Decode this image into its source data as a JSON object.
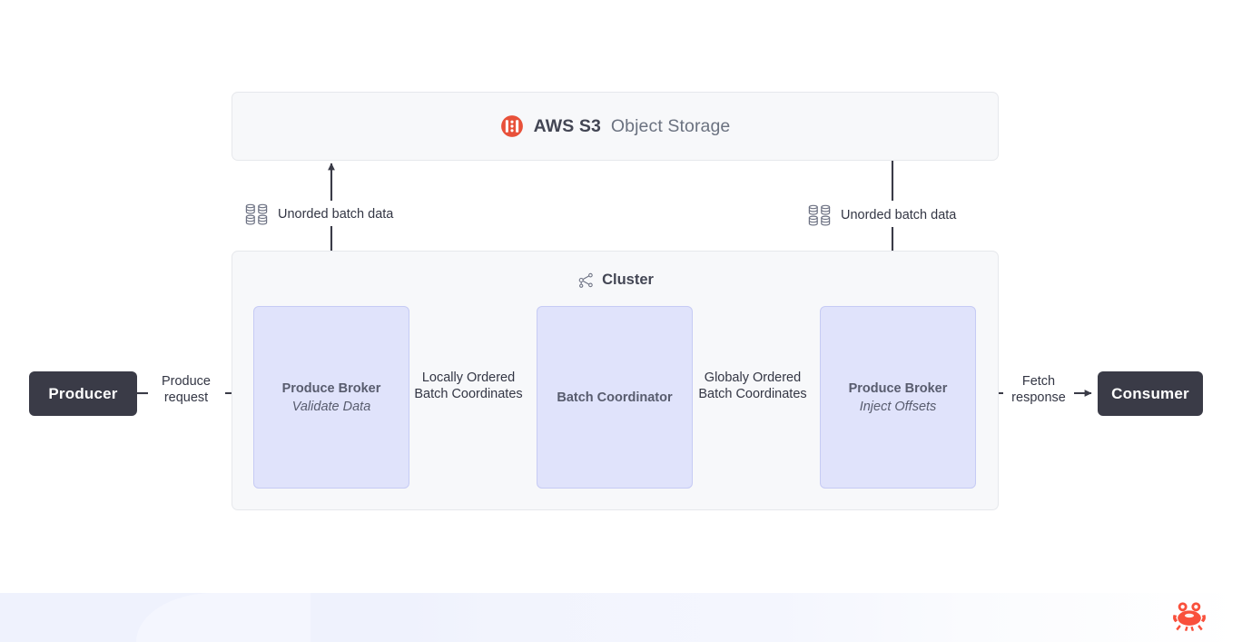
{
  "diagram": {
    "title": "Kafka-compatible cluster with S3 object storage data flow",
    "colors": {
      "panel_bg": "#f7f8fa",
      "panel_border": "#e6e8ec",
      "node_bg": "#e0e3fb",
      "node_border": "#c6cbf4",
      "node_text": "#585c6e",
      "endpoint_bg": "#3a3b47",
      "endpoint_text": "#ffffff",
      "label_text": "#333644",
      "arrow": "#3a3b47",
      "s3_logo": "#e8513a",
      "crab_logo": "#f9503c"
    }
  },
  "storage_panel": {
    "icon": "aws-s3-bucket-icon",
    "brand": "AWS S3",
    "suffix": "Object Storage"
  },
  "cluster_panel": {
    "icon": "cluster-topology-icon",
    "title": "Cluster",
    "nodes": [
      {
        "id": "produce-broker-validate",
        "title": "Produce Broker",
        "subtitle": "Validate Data"
      },
      {
        "id": "batch-coordinator",
        "title": "Batch Coordinator",
        "subtitle": ""
      },
      {
        "id": "produce-broker-inject",
        "title": "Produce Broker",
        "subtitle": "Inject Offsets"
      }
    ]
  },
  "endpoints": {
    "producer": "Producer",
    "consumer": "Consumer"
  },
  "edges": {
    "produce_request": "Produce request",
    "locally_ordered": "Locally Ordered Batch Coordinates",
    "globaly_ordered": "Globaly Ordered Batch Coordinates",
    "fetch_response": "Fetch response",
    "store_upload": "Unorded batch data",
    "store_download": "Unorded batch data",
    "store_icon": "database-stack-icon"
  },
  "footer": {
    "logo": "crab-logo"
  }
}
